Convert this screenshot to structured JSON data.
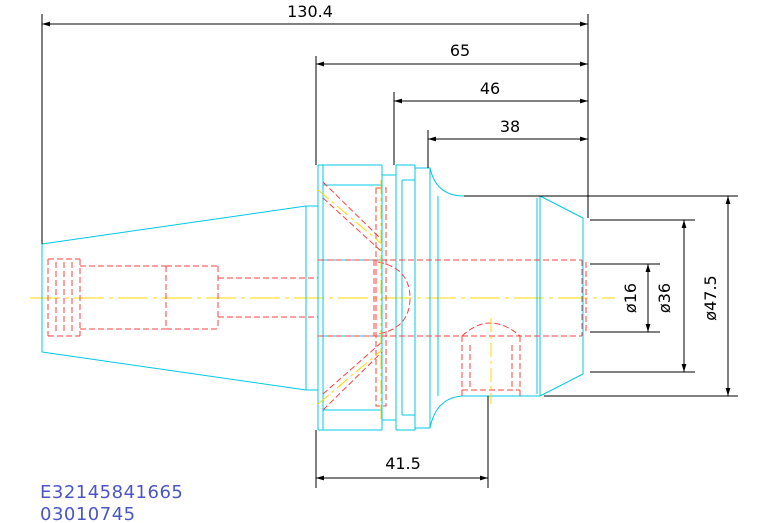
{
  "drawing": {
    "codes": [
      "E32145841665",
      "03010745"
    ]
  },
  "dimensions": {
    "d130_4": "130.4",
    "d65": "65",
    "d46": "46",
    "d38": "38",
    "d41_5": "41.5",
    "phi16": "ø16",
    "phi36": "ø36",
    "phi47_5": "ø47.5"
  },
  "colors": {
    "outline": "#00c8e6",
    "hidden": "#ff4040",
    "centerline": "#ffd800",
    "dimension": "#000000",
    "code_text": "#4a56c8"
  }
}
